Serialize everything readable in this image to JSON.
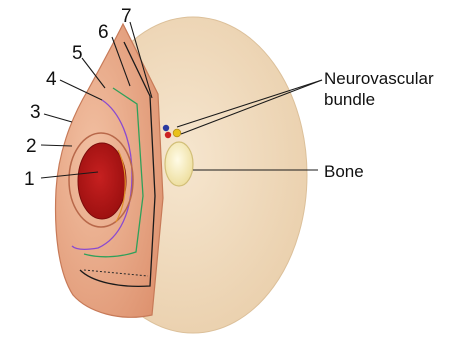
{
  "diagram": {
    "labels": {
      "n1": "1",
      "n2": "2",
      "n3": "3",
      "n4": "4",
      "n5": "5",
      "n6": "6",
      "n7": "7",
      "neurovascular_line1": "Neurovascular",
      "neurovascular_line2": "bundle",
      "bone": "Bone"
    },
    "colors": {
      "limb": "#f1ddc2",
      "wedge": "#e6a07e",
      "tumor": "#b51a1a",
      "pseudocapsule": "#d98a6a",
      "reactive_zone": "#9a5ad0",
      "wide_margin": "#2fa05a",
      "radical_margin": "#1a1a1a",
      "bone_fill": "#fbf3cf",
      "nerve": "#e9c21a",
      "artery": "#cc2222",
      "vein": "#2a3aa0"
    }
  }
}
